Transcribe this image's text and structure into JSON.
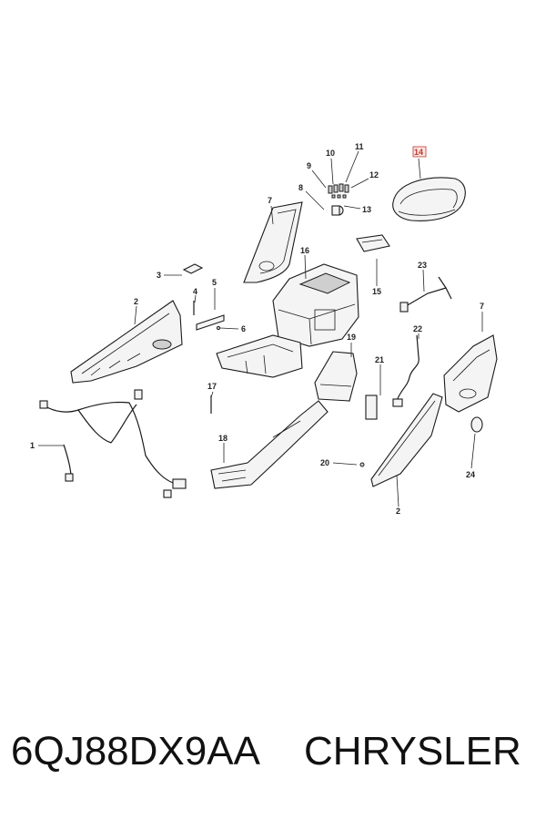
{
  "callouts": {
    "c1": "1",
    "c2a": "2",
    "c2b": "2",
    "c3": "3",
    "c4": "4",
    "c5": "5",
    "c6": "6",
    "c7a": "7",
    "c7b": "7",
    "c8": "8",
    "c9": "9",
    "c10": "10",
    "c11": "11",
    "c12": "12",
    "c13": "13",
    "c14": "14",
    "c15": "15",
    "c16": "16",
    "c17": "17",
    "c18": "18",
    "c19": "19",
    "c20": "20",
    "c21": "21",
    "c22": "22",
    "c23": "23",
    "c24": "24"
  },
  "highlight_color": "#c0392b",
  "footer": {
    "part_number": "6QJ88DX9AA",
    "brand": "CHRYSLER"
  }
}
